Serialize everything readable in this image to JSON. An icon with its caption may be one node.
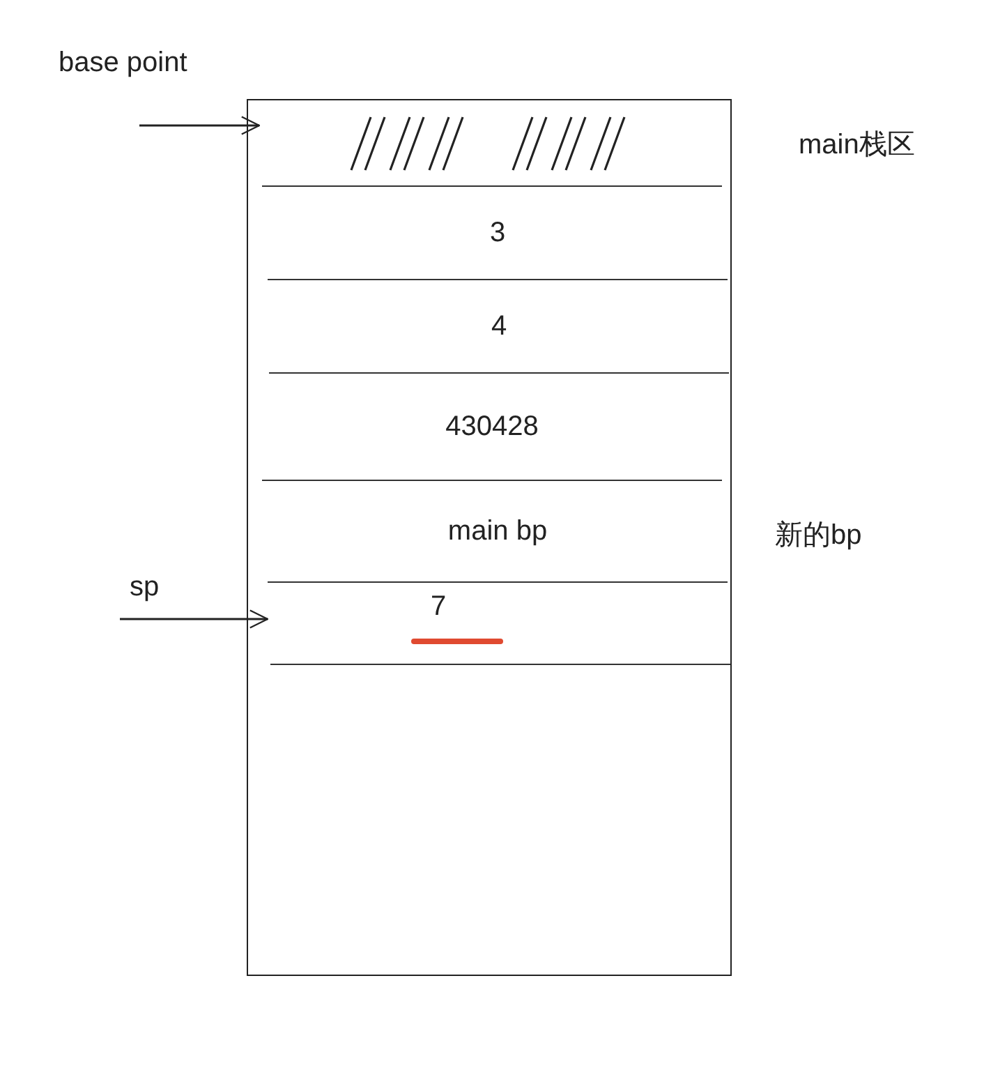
{
  "diagram": {
    "nodes": [
      {
        "text": [],
        "shape": "box"
      },
      {
        "text": [],
        "shape": "box",
        "in": 0
      },
      {
        "text": [
          "3"
        ],
        "in": 0
      },
      {
        "text": [
          "4"
        ],
        "in": 0
      },
      {
        "text": [
          "430428"
        ],
        "in": 0
      },
      {
        "text": [
          "main bp"
        ],
        "in": 0
      },
      {
        "text": [
          "7"
        ],
        "in": 0
      }
    ],
    "edges": [
      {
        "from": null,
        "to": 1,
        "arrow": "to"
      },
      {
        "from": null,
        "to": 6,
        "arrow": "to"
      }
    ],
    "labels": [
      "base point",
      "main栈区",
      "新的bp",
      "sp"
    ]
  }
}
